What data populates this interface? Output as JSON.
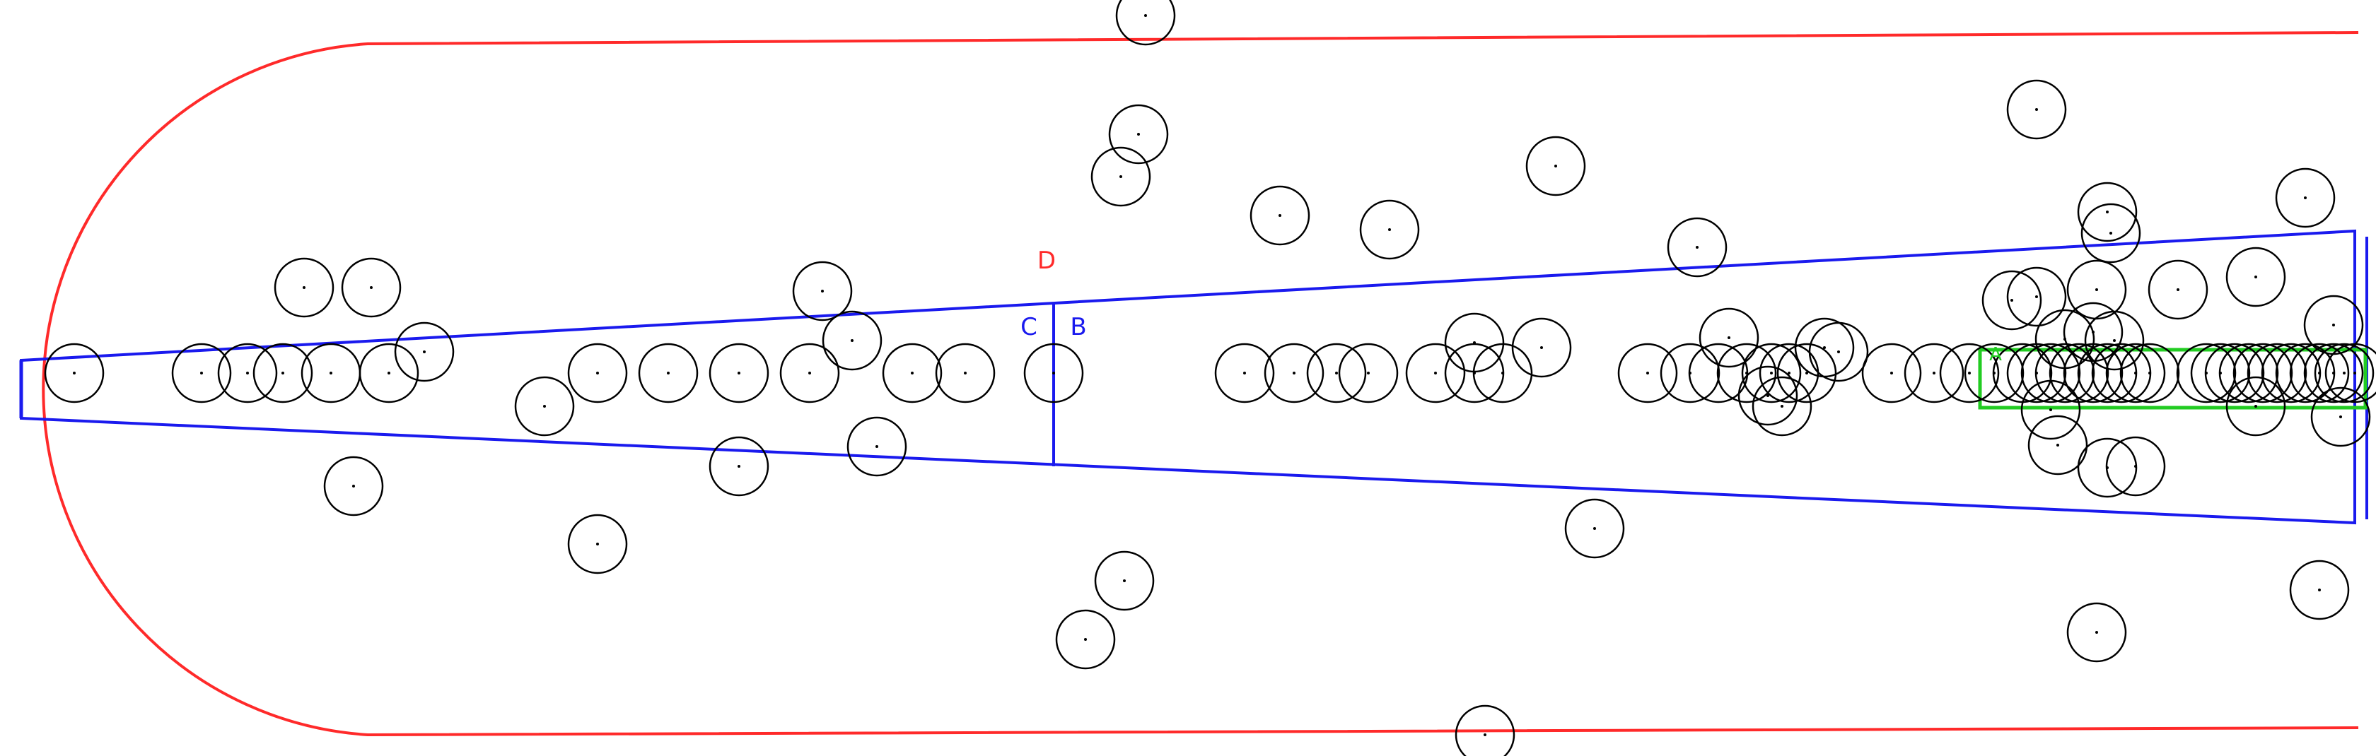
{
  "colors": {
    "boundary": "#ff2a2a",
    "wedge": "#1a1aee",
    "highlight": "#22cc22",
    "circle": "#000000",
    "background": "#ffffff"
  },
  "labels": {
    "D": "D",
    "C": "C",
    "B": "B",
    "A": "A"
  }
}
